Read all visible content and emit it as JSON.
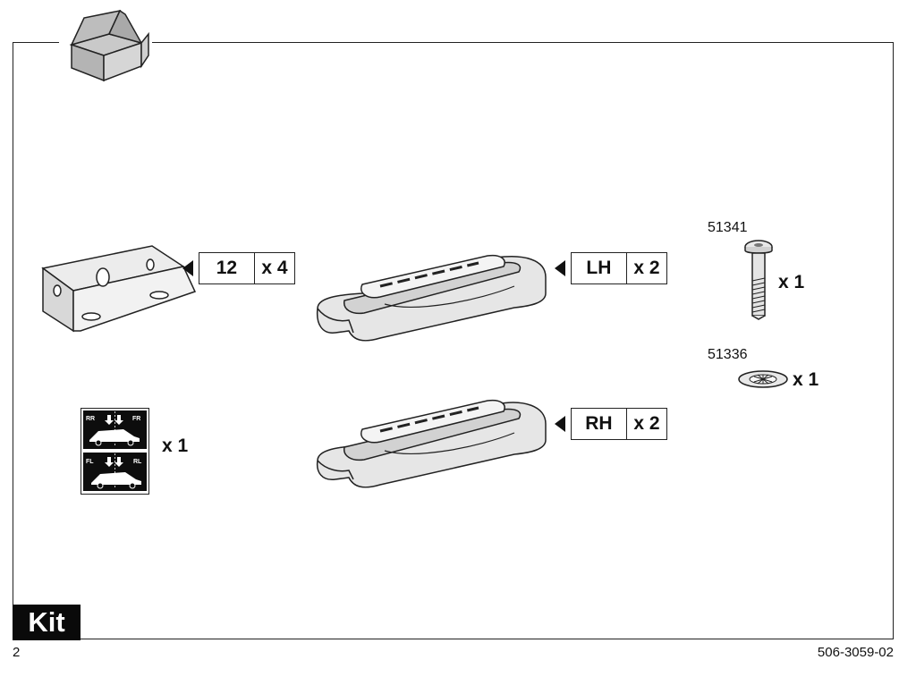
{
  "kit": {
    "label": "Kit"
  },
  "footer": {
    "page_number": "2",
    "document_number": "506-3059-02"
  },
  "parts": {
    "bracket": {
      "number": "12",
      "qty": "x 4"
    },
    "foot_left": {
      "side": "LH",
      "qty": "x 2"
    },
    "foot_right": {
      "side": "RH",
      "qty": "x 2"
    },
    "sticker": {
      "qty": "x 1",
      "top_left": "RR",
      "top_right": "FR",
      "bottom_left": "FL",
      "bottom_right": "RL"
    },
    "bolt": {
      "number": "51341",
      "qty": "x 1"
    },
    "washer": {
      "number": "51336",
      "qty": "x 1"
    }
  }
}
